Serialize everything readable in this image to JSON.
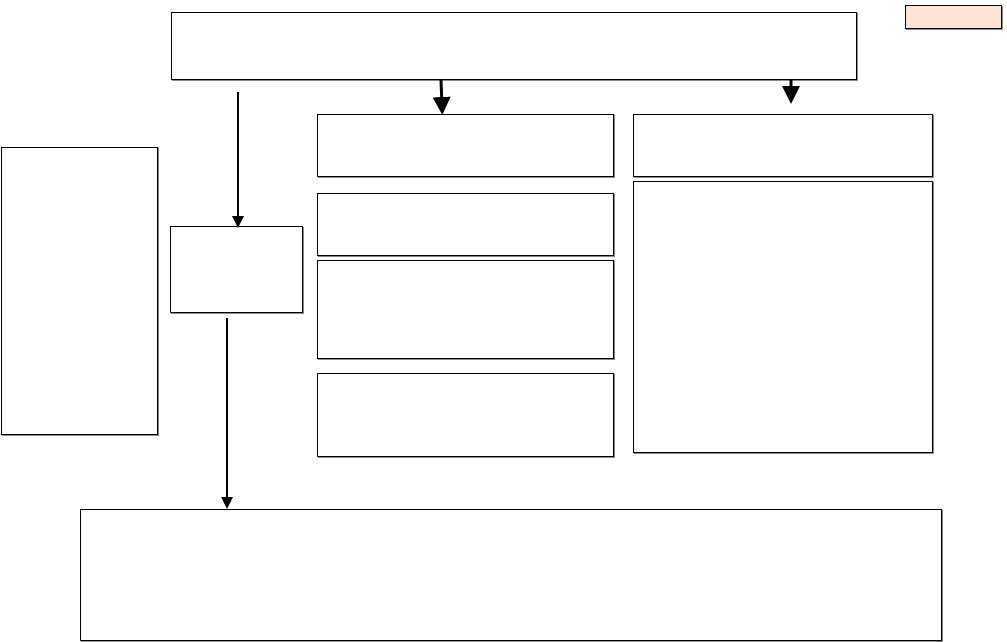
{
  "diagram": {
    "tag_fill": "#fbe4d5",
    "line_color": "#000000",
    "box_border": "#000000",
    "box_shadow": "#8a8a8a",
    "boxes": [
      {
        "id": "top-box",
        "text": ""
      },
      {
        "id": "left-side-box",
        "text": ""
      },
      {
        "id": "small-middle-box",
        "text": ""
      },
      {
        "id": "center-box-1",
        "text": ""
      },
      {
        "id": "center-box-2",
        "text": ""
      },
      {
        "id": "center-box-3",
        "text": ""
      },
      {
        "id": "center-box-4",
        "text": ""
      },
      {
        "id": "right-box-1",
        "text": ""
      },
      {
        "id": "right-box-2",
        "text": ""
      },
      {
        "id": "bottom-box",
        "text": ""
      }
    ]
  }
}
